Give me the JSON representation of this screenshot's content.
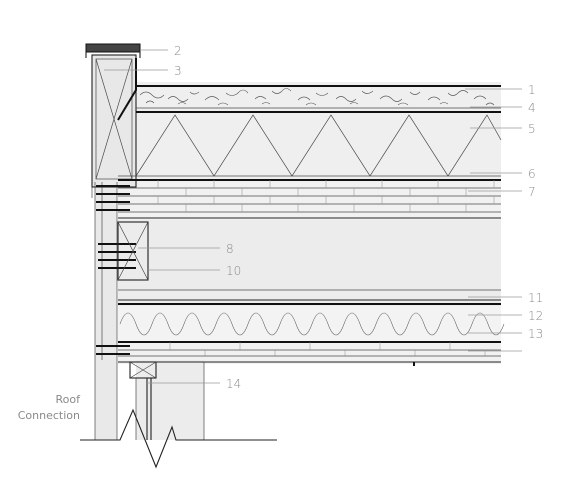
{
  "diagram": {
    "caption": [
      "Roof",
      "Connection"
    ],
    "callouts": [
      {
        "id": "2",
        "label": "2"
      },
      {
        "id": "3",
        "label": "3"
      },
      {
        "id": "1",
        "label": "1"
      },
      {
        "id": "4",
        "label": "4"
      },
      {
        "id": "5",
        "label": "5"
      },
      {
        "id": "6",
        "label": "6"
      },
      {
        "id": "7",
        "label": "7"
      },
      {
        "id": "8",
        "label": "8"
      },
      {
        "id": "10",
        "label": "10"
      },
      {
        "id": "11",
        "label": "11"
      },
      {
        "id": "12",
        "label": "12"
      },
      {
        "id": "13",
        "label": "13"
      },
      {
        "id": "14",
        "label": "14"
      }
    ]
  },
  "colors": {
    "fill_light": "#efefef",
    "fill_mid": "#e6e6e6",
    "line_dark": "#111111",
    "label_grey": "#8a8a8a"
  }
}
